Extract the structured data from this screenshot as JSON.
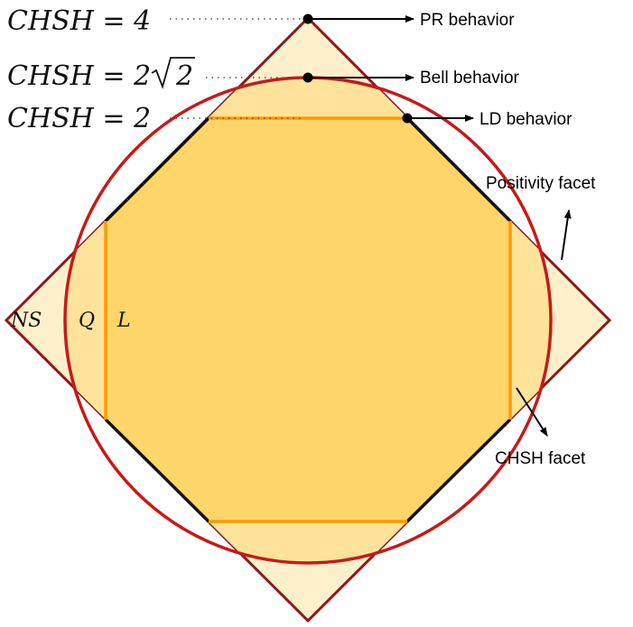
{
  "colors": {
    "background": "#ffffff",
    "ns_fill": "#fff0cc",
    "quantum_fill": "#ffe39a",
    "local_fill": "#fdd568",
    "ns_border": "#8b1a1a",
    "quantum_border": "#c61a1a",
    "ld_border": "#111111",
    "chsh_facet": "#ff9900",
    "dotted": "#555555"
  },
  "left_labels": {
    "chsh4": "CHSH = 4",
    "chsh_bell_prefix": "CHSH = 2",
    "chsh_bell_radicand": "2",
    "chsh2": "CHSH = 2"
  },
  "set_labels": {
    "ns": "NS",
    "q": "Q",
    "l": "L"
  },
  "annotations": {
    "pr": "PR behavior",
    "bell": "Bell behavior",
    "ld": "LD behavior",
    "positivity": "Positivity facet",
    "chsh_facet": "CHSH facet"
  }
}
